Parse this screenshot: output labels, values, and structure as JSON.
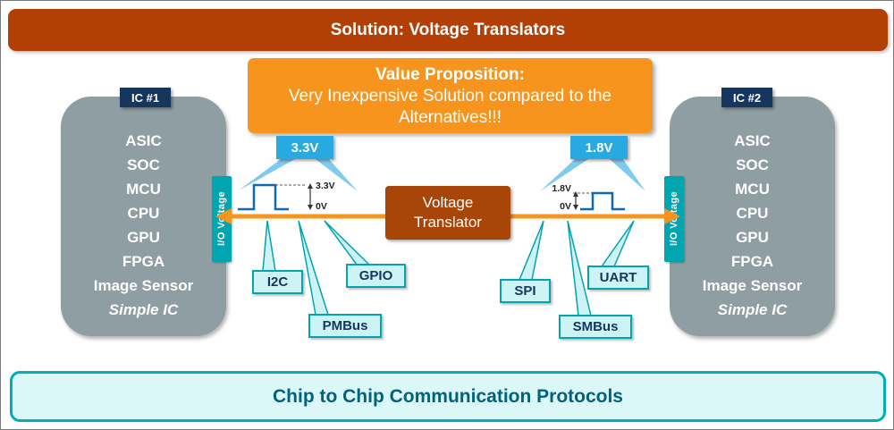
{
  "slide": {
    "title": "Solution: Voltage Translators",
    "footer": "Chip to Chip Communication Protocols"
  },
  "value_prop": {
    "heading": "Value Proposition:",
    "body": "Very Inexpensive Solution compared to the Alternatives!!!"
  },
  "ic1": {
    "badge": "IC #1",
    "io_label": "I/O Voltage",
    "items": [
      "ASIC",
      "SOC",
      "MCU",
      "CPU",
      "GPU",
      "FPGA",
      "Image Sensor",
      "Simple IC"
    ]
  },
  "ic2": {
    "badge": "IC #2",
    "io_label": "I/O Voltage",
    "items": [
      "ASIC",
      "SOC",
      "MCU",
      "CPU",
      "GPU",
      "FPGA",
      "Image Sensor",
      "Simple IC"
    ]
  },
  "translator": {
    "label": "Voltage Translator"
  },
  "signals": {
    "left": {
      "tag": "3.3V",
      "high": "3.3V",
      "low": "0V"
    },
    "right": {
      "tag": "1.8V",
      "high": "1.8V",
      "low": "0V"
    }
  },
  "protocols": {
    "left": [
      "I2C",
      "PMBus",
      "GPIO"
    ],
    "right": [
      "SPI",
      "SMBus",
      "UART"
    ]
  },
  "colors": {
    "banner_rust": "#B23F05",
    "value_prop_orange": "#F7941E",
    "arrow_orange": "#F7941E",
    "ic_gray": "#8F9EA3",
    "badge_navy": "#17365D",
    "teal": "#00A5B0",
    "voltage_tag_blue": "#29A9E1",
    "signal_blue": "#1169B0",
    "callout_fill": "#CDF3F4",
    "footer_fill": "#DBF7F8",
    "footer_text": "#00627E"
  }
}
